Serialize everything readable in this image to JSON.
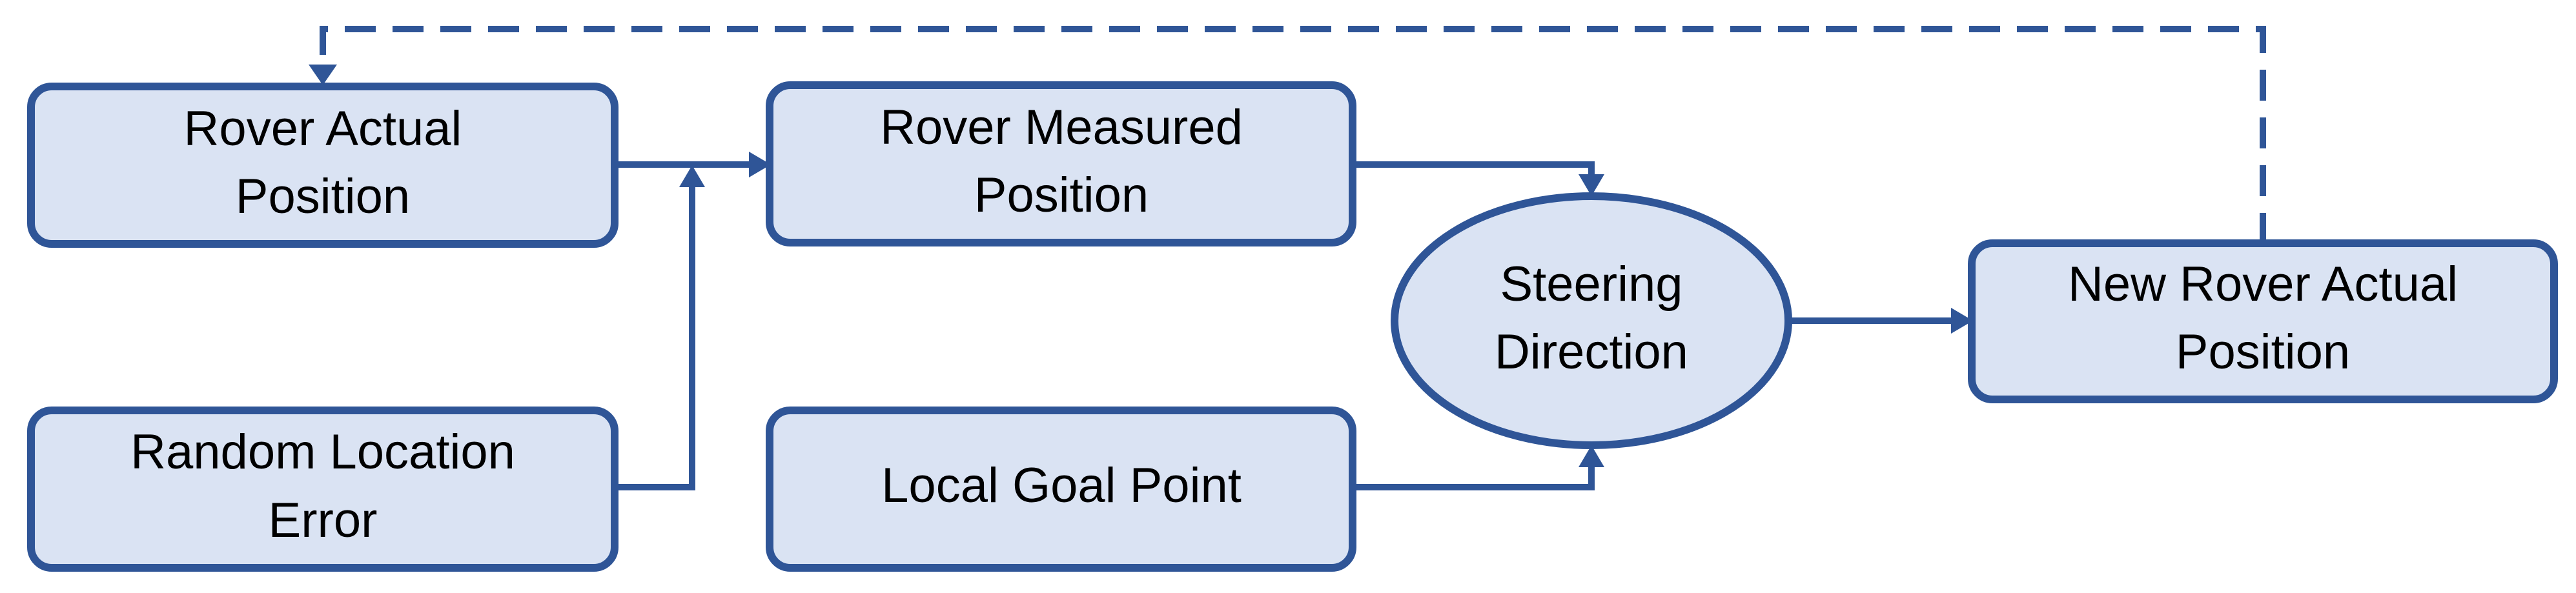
{
  "colors": {
    "node_fill": "#dae3f3",
    "node_stroke": "#2f5597",
    "edge": "#2f5597",
    "text": "#000000"
  },
  "nodes": {
    "rover_actual_position": {
      "shape": "rounded-rectangle",
      "line1": "Rover Actual",
      "line2": "Position"
    },
    "random_location_error": {
      "shape": "rounded-rectangle",
      "line1": "Random Location",
      "line2": "Error"
    },
    "rover_measured_position": {
      "shape": "rounded-rectangle",
      "line1": "Rover Measured",
      "line2": "Position"
    },
    "local_goal_point": {
      "shape": "rounded-rectangle",
      "line1": "Local Goal Point"
    },
    "steering_direction": {
      "shape": "ellipse",
      "line1": "Steering",
      "line2": "Direction"
    },
    "new_rover_actual_position": {
      "shape": "rounded-rectangle",
      "line1": "New Rover Actual",
      "line2": "Position"
    }
  },
  "edges": [
    {
      "from": "rover_actual_position",
      "to": "rover_measured_position",
      "style": "solid"
    },
    {
      "from": "random_location_error",
      "to": "rover_measured_position",
      "style": "solid"
    },
    {
      "from": "rover_measured_position",
      "to": "steering_direction",
      "style": "solid"
    },
    {
      "from": "local_goal_point",
      "to": "steering_direction",
      "style": "solid"
    },
    {
      "from": "steering_direction",
      "to": "new_rover_actual_position",
      "style": "solid"
    },
    {
      "from": "new_rover_actual_position",
      "to": "rover_actual_position",
      "style": "dashed"
    }
  ]
}
